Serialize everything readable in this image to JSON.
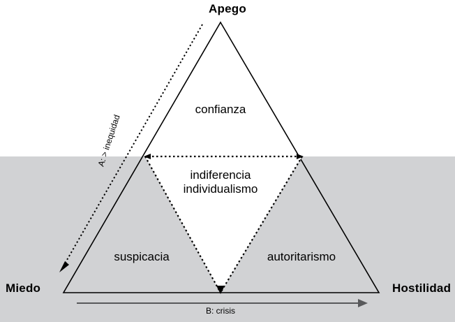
{
  "diagram": {
    "title_vertex_top": "Apego",
    "vertex_bottom_left": "Miedo",
    "vertex_bottom_right": "Hostilidad",
    "zones": {
      "top": "confianza",
      "middle_line_1": "indiferencia",
      "middle_line_2": "individualismo",
      "bottom_left": "suspicacia",
      "bottom_right": "autoritarismo"
    },
    "axes": {
      "a_label": "A: > inequidad",
      "b_label": "B: crisis"
    },
    "colors": {
      "background": "#ffffff",
      "band": "#d1d2d4",
      "stroke": "#000000",
      "arrow_gray": "#58595b",
      "text": "#000000"
    }
  }
}
